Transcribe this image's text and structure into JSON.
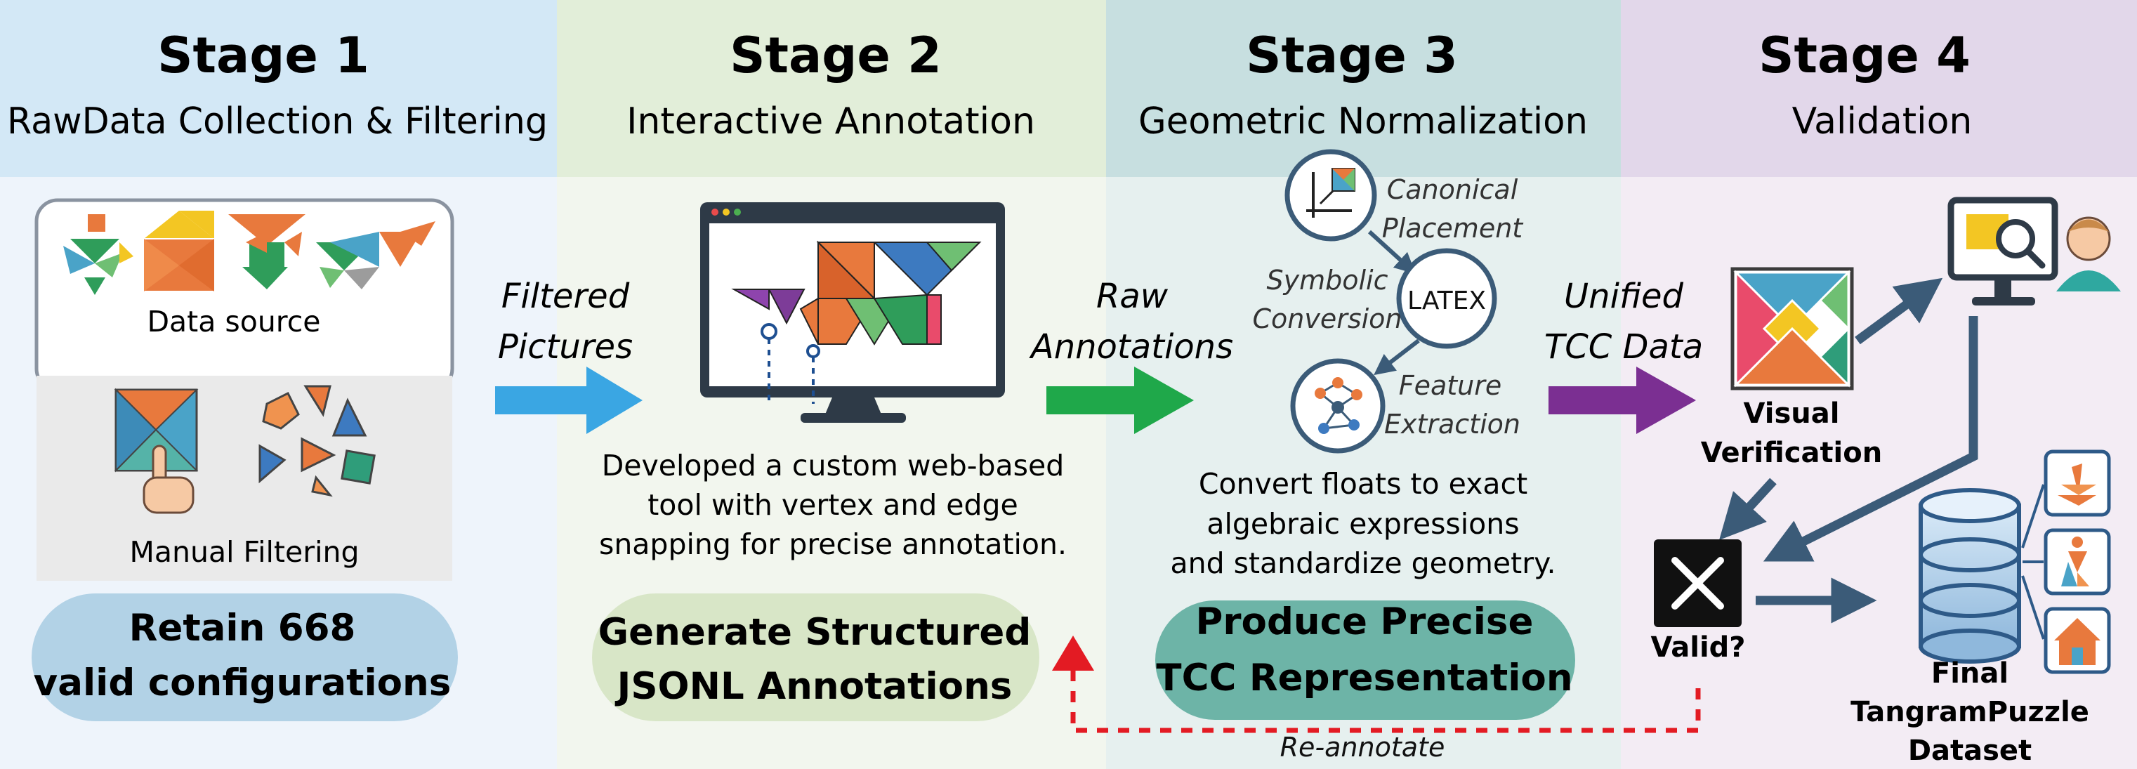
{
  "stages": [
    {
      "title": "Stage 1",
      "subtitle": "RawData Collection & Filtering"
    },
    {
      "title": "Stage 2",
      "subtitle": "Interactive Annotation"
    },
    {
      "title": "Stage 3",
      "subtitle": "Geometric Normalization"
    },
    {
      "title": "Stage 4",
      "subtitle": "Validation"
    }
  ],
  "colors": {
    "header": [
      "#d3e8f6",
      "#e2eed9",
      "#c7dfe0",
      "#e2d7ea"
    ],
    "body": [
      "#eef4fb",
      "#f2f6ee",
      "#e6f0ef",
      "#f3ecf4"
    ],
    "arrow_blue": "#3aa6e3",
    "arrow_green": "#1fa84a",
    "arrow_purple": "#7b2f92",
    "navy": "#3b5b78",
    "red_dash": "#e31b23"
  },
  "stage1": {
    "data_source_label": "Data source",
    "manual_filter_label": "Manual Filtering",
    "pill": {
      "line1": "Retain 668",
      "line2": "valid configurations"
    }
  },
  "arrows": {
    "a1": {
      "line1": "Filtered",
      "line2": "Pictures"
    },
    "a2": {
      "line1": "Raw",
      "line2": "Annotations"
    },
    "a3": {
      "line1": "Unified",
      "line2": "TCC Data"
    }
  },
  "stage2": {
    "desc": [
      "Developed a custom web-based",
      "tool with vertex and edge",
      "snapping for precise annotation."
    ],
    "pill": {
      "line1": "Generate Structured",
      "line2": "JSONL Annotations"
    }
  },
  "stage3": {
    "canonical": {
      "line1": "Canonical",
      "line2": "Placement"
    },
    "symbolic": {
      "line1": "Symbolic",
      "line2": "Conversion"
    },
    "feature": {
      "line1": "Feature",
      "line2": "Extraction"
    },
    "latex": "LATEX",
    "desc": [
      "Convert floats to exact",
      "algebraic expressions",
      "and standardize geometry."
    ],
    "pill": {
      "line1": "Produce Precise",
      "line2": "TCC Representation"
    }
  },
  "stage4": {
    "visual": {
      "line1": "Visual",
      "line2": "Verification"
    },
    "valid": "Valid?",
    "final": {
      "line1": "Final",
      "line2": "TangramPuzzle",
      "line3": "Dataset"
    }
  },
  "reannotate": "Re-annotate"
}
